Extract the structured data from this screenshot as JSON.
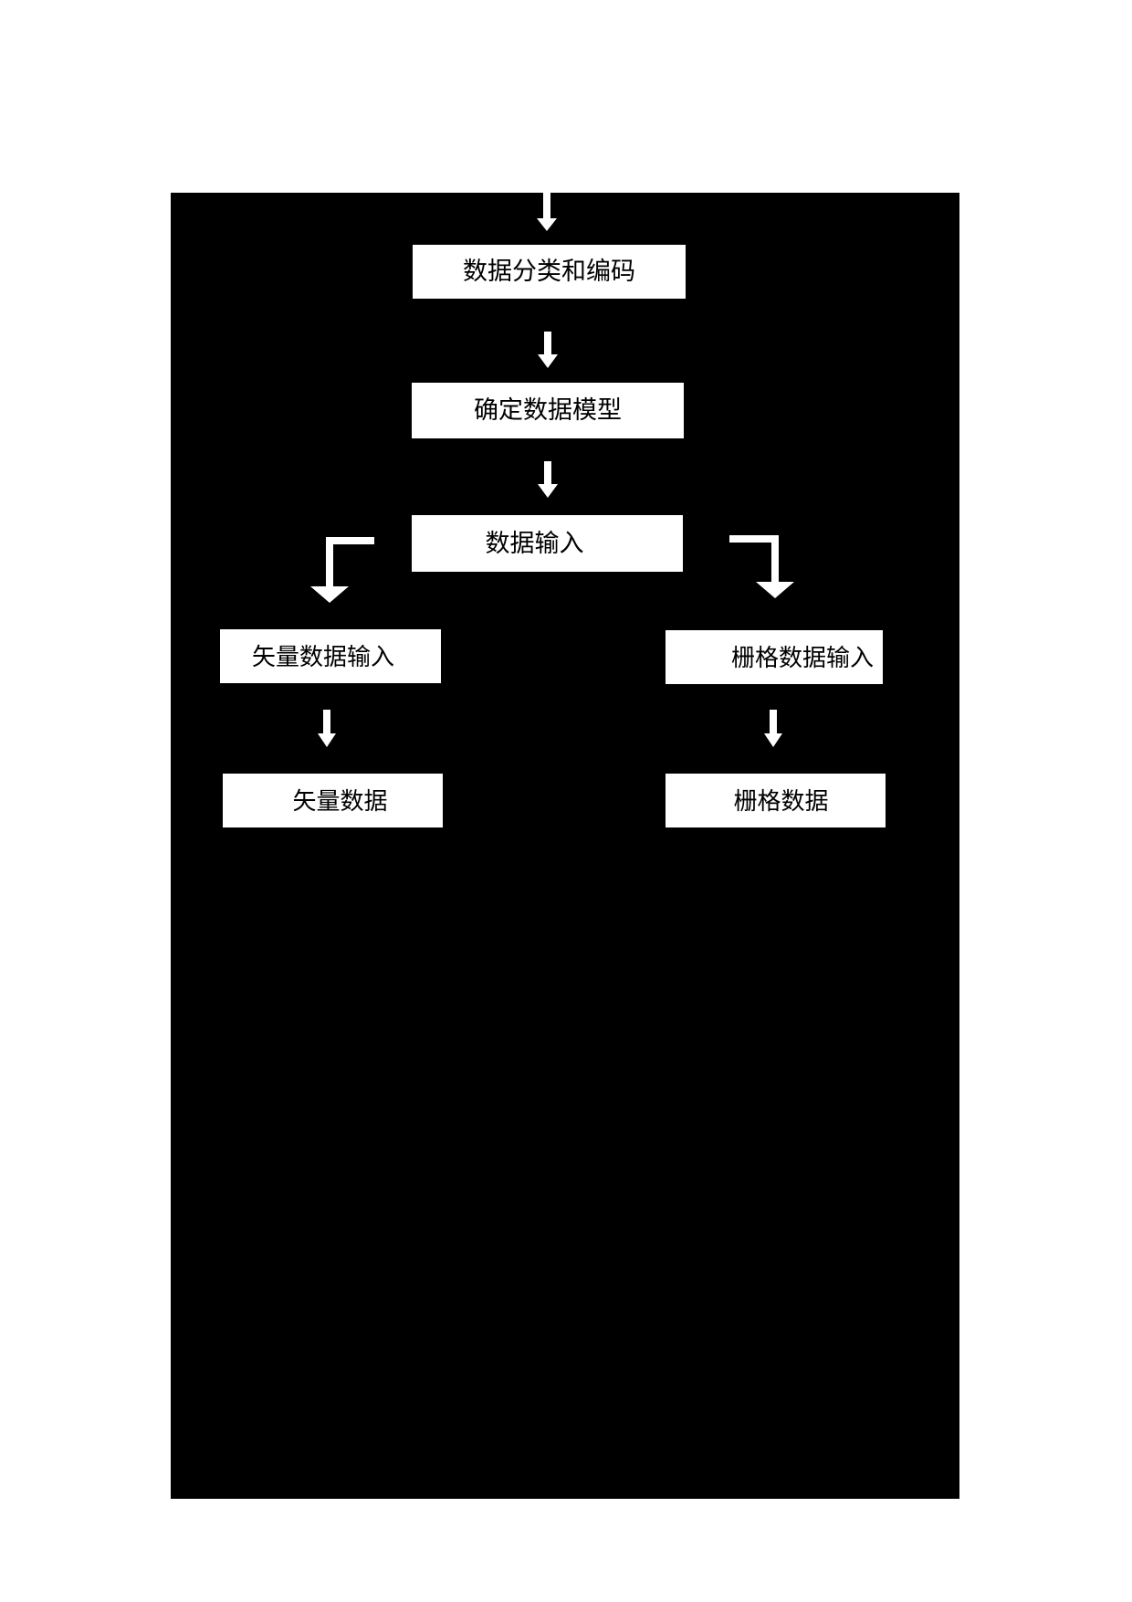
{
  "page": {
    "background": "#ffffff"
  },
  "diagram": {
    "type": "flowchart",
    "canvas_background": "#000000",
    "node_fill": "#ffffff",
    "node_text_color": "#000000",
    "arrow_color": "#ffffff",
    "nodes": {
      "classify": {
        "label": "数据分类和编码"
      },
      "model": {
        "label": "确定数据模型"
      },
      "input": {
        "label": "数据输入"
      },
      "vector_input": {
        "label": "矢量数据输入"
      },
      "raster_input": {
        "label": "栅格数据输入"
      },
      "vector_data": {
        "label": "矢量数据"
      },
      "raster_data": {
        "label": "栅格数据"
      }
    },
    "edges": [
      {
        "from": "top-of-canvas",
        "to": "classify"
      },
      {
        "from": "classify",
        "to": "model"
      },
      {
        "from": "model",
        "to": "input"
      },
      {
        "from": "input",
        "to": "vector_input"
      },
      {
        "from": "input",
        "to": "raster_input"
      },
      {
        "from": "vector_input",
        "to": "vector_data"
      },
      {
        "from": "raster_input",
        "to": "raster_data"
      }
    ]
  }
}
